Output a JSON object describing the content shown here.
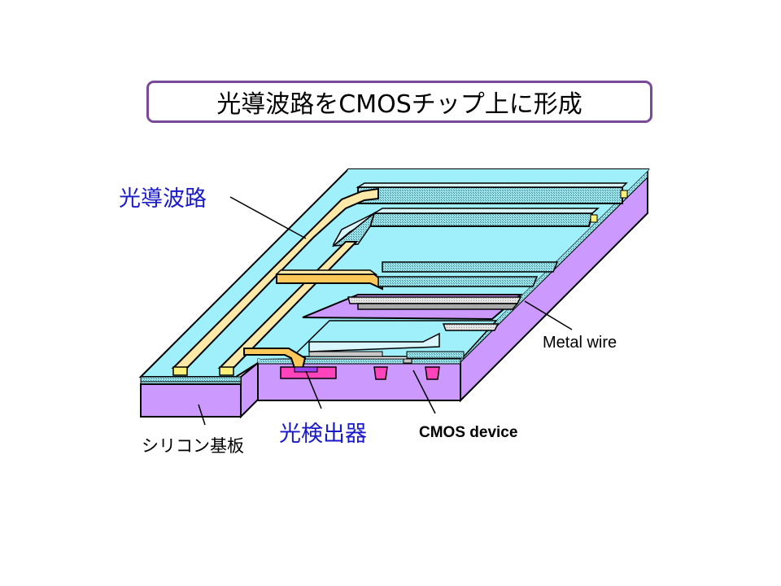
{
  "title": "光導波路をCMOSチップ上に形成",
  "labels": {
    "waveguide": "光導波路",
    "photodetector": "光検出器",
    "silicon_substrate": "シリコン基板",
    "cmos_device": "CMOS device",
    "metal_wire": "Metal wire"
  },
  "colors": {
    "title_border": "#7a4a9a",
    "label_blue": "#1a1ac8",
    "cladding_top": "#9ff0fb",
    "substrate": "#cc99ff",
    "waveguide_core": "#ffe9a8",
    "waveguide_side": "#fcc85a",
    "photodiode": "#ff44bb",
    "metal": "#c8c8c8"
  }
}
